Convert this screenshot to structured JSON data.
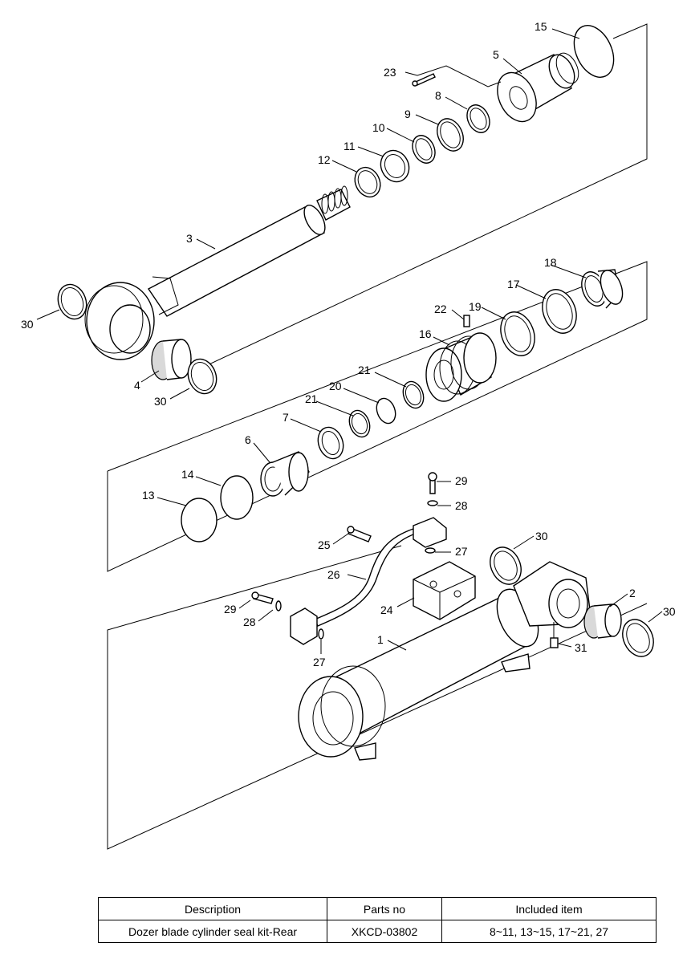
{
  "callouts": {
    "c1": "1",
    "c2": "2",
    "c3": "3",
    "c4": "4",
    "c5": "5",
    "c6": "6",
    "c7": "7",
    "c8": "8",
    "c9": "9",
    "c10": "10",
    "c11": "11",
    "c12": "12",
    "c13": "13",
    "c14": "14",
    "c15": "15",
    "c16": "16",
    "c17": "17",
    "c18": "18",
    "c19": "19",
    "c20": "20",
    "c21a": "21",
    "c21b": "21",
    "c22": "22",
    "c23": "23",
    "c24": "24",
    "c25": "25",
    "c26": "26",
    "c27a": "27",
    "c27b": "27",
    "c28a": "28",
    "c28b": "28",
    "c29a": "29",
    "c29b": "29",
    "c30a": "30",
    "c30b": "30",
    "c30c": "30",
    "c30d": "30",
    "c31": "31"
  },
  "parts_table": {
    "headers": [
      "Description",
      "Parts no",
      "Included item"
    ],
    "rows": [
      [
        "Dozer blade cylinder seal kit-Rear",
        "XKCD-03802",
        "8~11, 13~15, 17~21, 27"
      ]
    ]
  }
}
